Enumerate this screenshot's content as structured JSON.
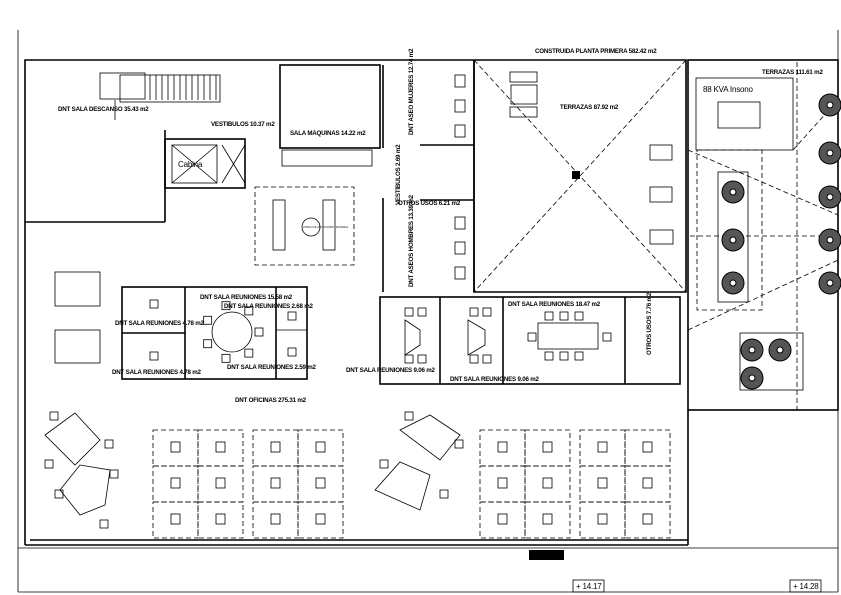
{
  "title": "CONSTRUIDA PLANTA PRIMERA 582.42 m2",
  "rooms": {
    "terrazas_right": "TERRAZAS 111.61 m2",
    "generator": "88 KVA Insono",
    "sala_descanso": "DNT SALA DESCANSO 35.43 m2",
    "vestibulos_1": "VESTIBULOS 10.37 m2",
    "sala_maquinas": "SALA MAQUINAS 14.22 m2",
    "aseo_mujeres": "DNT ASEO MUJERES 12.74 m2",
    "terrazas_center": "TERRAZAS 87.92 m2",
    "cabina": "Cabina",
    "vestibulos_2": "VESTIBULOS 2.69 m2",
    "otros_usos_1": "OTROS USOS 6.21 m2",
    "aseos_hombres": "DNT ASEOS HOMBRES 13.39 m2",
    "reuniones_15": "DNT SALA REUNIONES 15.58 m2",
    "reuniones_2_68": "DNT SALA REUNIONES 2.68 m2",
    "reuniones_4_78_a": "DNT SALA REUNIONES 4.78 m2",
    "reuniones_4_78_b": "DNT SALA REUNIONES 4.78 m2",
    "reuniones_2_59": "DNT SALA REUNIONES 2.59 m2",
    "reuniones_18": "DNT SALA REUNIONES 18.47 m2",
    "otros_usos_2": "OTROS USOS 7.76 m2",
    "reuniones_9_a": "DNT SALA REUNIONES 9.06 m2",
    "reuniones_9_b": "DNT SALA REUNIONES 9.06 m2",
    "oficinas": "DNT OFICINAS 275.31 m2",
    "colaboracion": "ZONA COLABORACIÓN INFORMAL"
  },
  "elevations": [
    "+ 14.17",
    "+ 14.28"
  ]
}
